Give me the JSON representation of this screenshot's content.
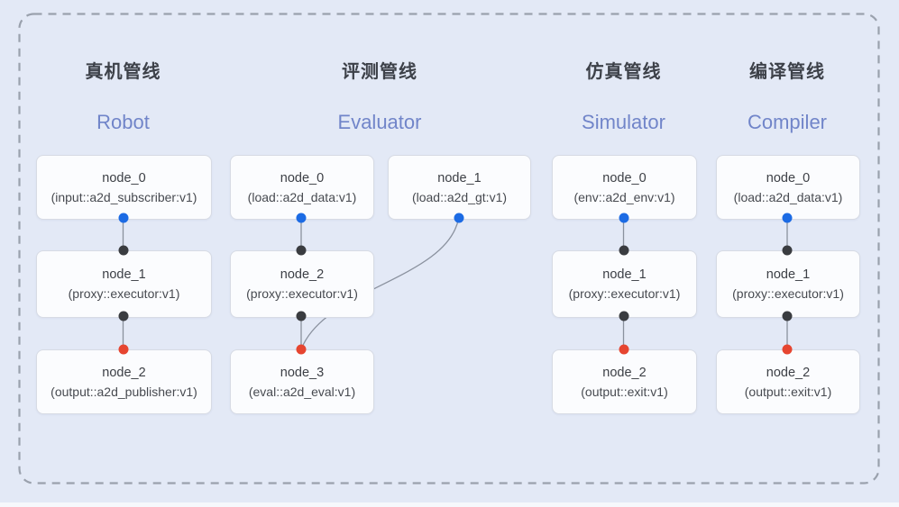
{
  "diagram": {
    "description_colors": {
      "background": "#e3e9f6",
      "dashed_border": "#9aa1ad",
      "node_fill": "#fbfcfe",
      "node_border": "#d7dbe4",
      "edge": "#8a919e",
      "output_port_dot": "#1c6be4",
      "proxy_port_dot": "#3a3c40",
      "input_port_dot": "#e64530",
      "title_zh_color": "#3d4149",
      "title_en_color": "#7185c9"
    },
    "pipelines": [
      {
        "id": "robot",
        "title_zh": "真机管线",
        "title_en": "Robot",
        "nodes": [
          {
            "name": "node_0",
            "type": "(input::a2d_subscriber:v1)"
          },
          {
            "name": "node_1",
            "type": "(proxy::executor:v1)"
          },
          {
            "name": "node_2",
            "type": "(output::a2d_publisher:v1)"
          }
        ]
      },
      {
        "id": "evaluator",
        "title_zh": "评测管线",
        "title_en": "Evaluator",
        "nodes": [
          {
            "name": "node_0",
            "type": "(load::a2d_data:v1)"
          },
          {
            "name": "node_1",
            "type": "(load::a2d_gt:v1)"
          },
          {
            "name": "node_2",
            "type": "(proxy::executor:v1)"
          },
          {
            "name": "node_3",
            "type": "(eval::a2d_eval:v1)"
          }
        ]
      },
      {
        "id": "simulator",
        "title_zh": "仿真管线",
        "title_en": "Simulator",
        "nodes": [
          {
            "name": "node_0",
            "type": "(env::a2d_env:v1)"
          },
          {
            "name": "node_1",
            "type": "(proxy::executor:v1)"
          },
          {
            "name": "node_2",
            "type": "(output::exit:v1)"
          }
        ]
      },
      {
        "id": "compiler",
        "title_zh": "编译管线",
        "title_en": "Compiler",
        "nodes": [
          {
            "name": "node_0",
            "type": "(load::a2d_data:v1)"
          },
          {
            "name": "node_1",
            "type": "(proxy::executor:v1)"
          },
          {
            "name": "node_2",
            "type": "(output::exit:v1)"
          }
        ]
      }
    ]
  }
}
